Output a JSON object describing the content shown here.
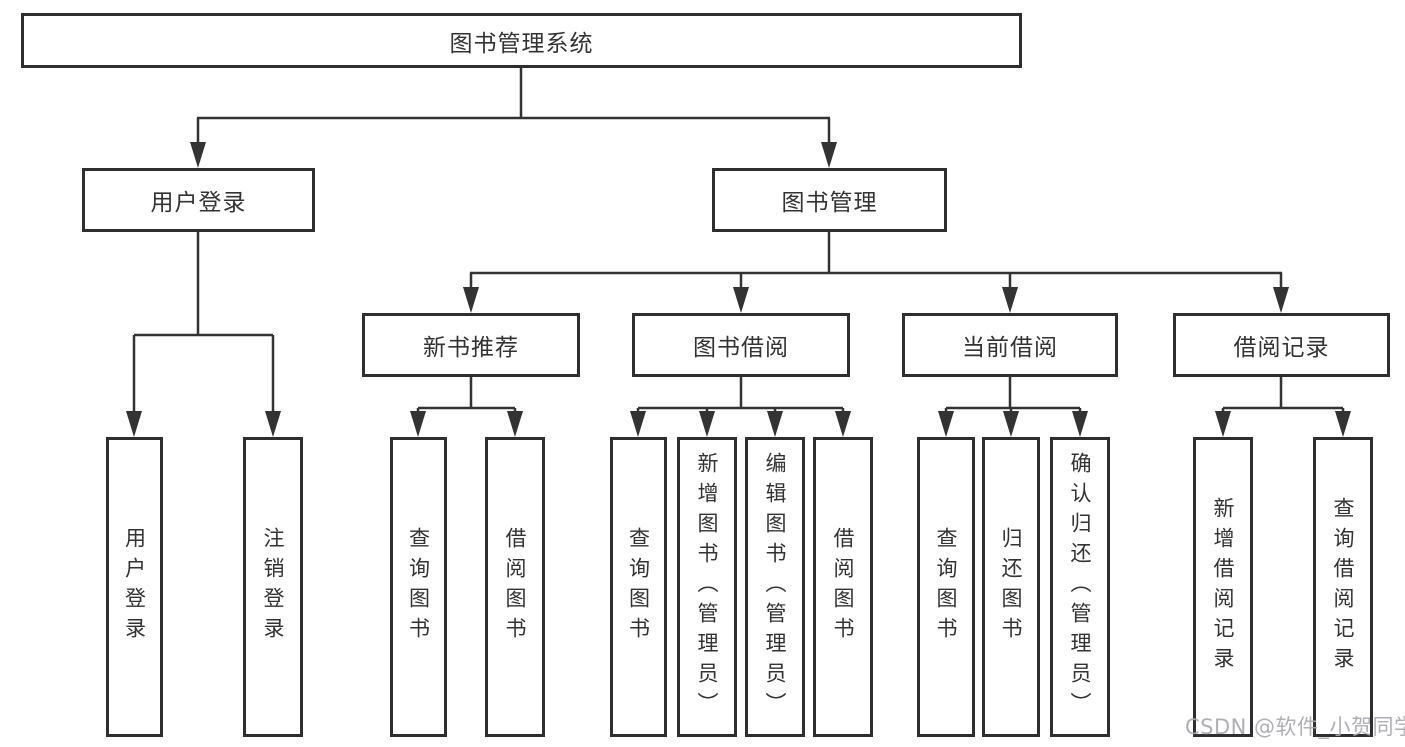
{
  "diagram": {
    "root": {
      "label": "图书管理系统"
    },
    "level2": {
      "user_login": {
        "label": "用户登录"
      },
      "book_mgmt": {
        "label": "图书管理"
      }
    },
    "level3": {
      "new_book_rec": {
        "label": "新书推荐"
      },
      "book_borrow": {
        "label": "图书借阅"
      },
      "current_borrow": {
        "label": "当前借阅"
      },
      "borrow_records": {
        "label": "借阅记录"
      }
    },
    "leaves": {
      "user_login": {
        "label": "用户登录"
      },
      "logout": {
        "label": "注销登录"
      },
      "query_book_rec": {
        "label": "查询图书"
      },
      "borrow_book_rec": {
        "label": "借阅图书"
      },
      "query_book_borrow": {
        "label": "查询图书"
      },
      "add_book_admin": {
        "label": "新增图书（管理员）"
      },
      "edit_book_admin": {
        "label": "编辑图书（管理员）"
      },
      "borrow_book_borrow": {
        "label": "借阅图书"
      },
      "query_book_current": {
        "label": "查询图书"
      },
      "return_book": {
        "label": "归还图书"
      },
      "confirm_return_admin": {
        "label": "确认归还（管理员）"
      },
      "add_borrow_record": {
        "label": "新增借阅记录"
      },
      "query_borrow_record": {
        "label": "查询借阅记录"
      }
    }
  },
  "watermark": {
    "text": "CSDN @软件_小贺同学"
  },
  "colors": {
    "line": "#333333",
    "box_border": "#2f2f2f",
    "text": "#333333",
    "background": "#ffffff",
    "watermark": "#a8a8af"
  }
}
